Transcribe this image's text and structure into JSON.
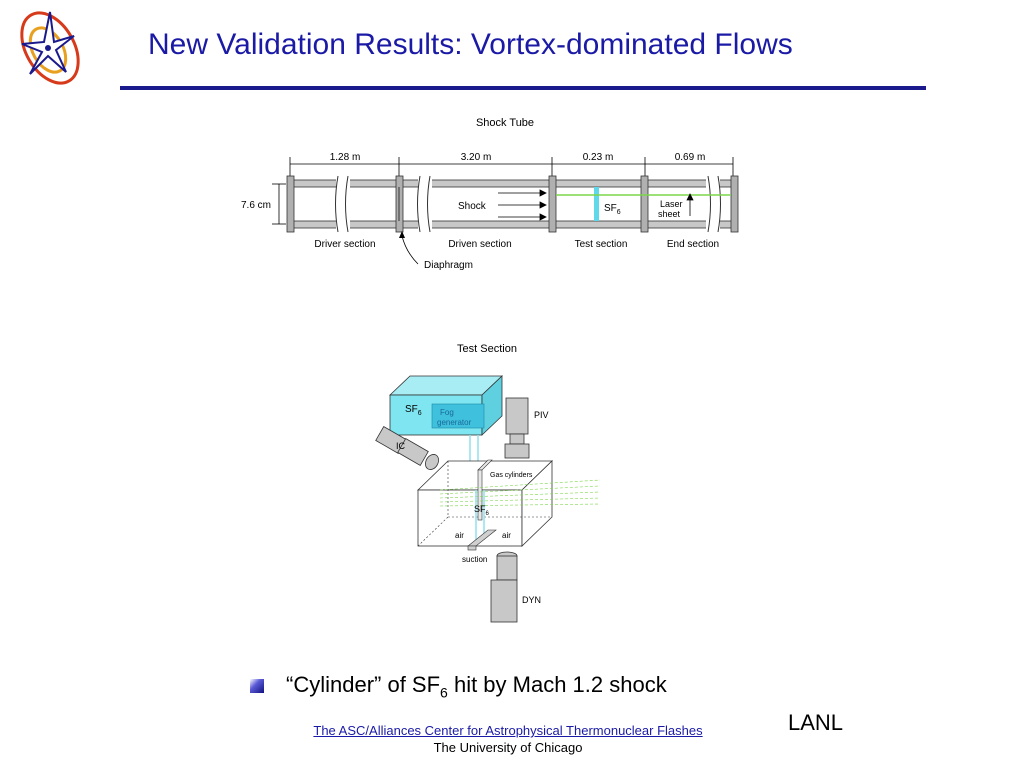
{
  "slide": {
    "title": "New Validation Results: Vortex-dominated Flows",
    "bullet": {
      "text_before": "“Cylinder” of SF",
      "subscript": "6",
      "text_after": " hit by Mach 1.2 shock"
    },
    "footer": {
      "link_text": "The ASC/Alliances Center for Astrophysical Thermonuclear Flashes",
      "institution": "The University of Chicago"
    },
    "lanl": "LANL"
  },
  "shock_tube": {
    "title": "Shock Tube",
    "dimensions": [
      "1.28 m",
      "3.20 m",
      "0.23 m",
      "0.69 m"
    ],
    "height_label": "7.6 cm",
    "sections": [
      "Driver section",
      "Driven section",
      "Test section",
      "End section"
    ],
    "shock_label": "Shock",
    "sf6_base": "SF",
    "sf6_sub": "6",
    "laser_label_1": "Laser",
    "laser_label_2": "sheet",
    "diaphragm_label": "Diaphragm"
  },
  "test_section": {
    "title": "Test Section",
    "sf6_base": "SF",
    "sf6_sub": "6",
    "fog_label_1": "Fog",
    "fog_label_2": "generator",
    "piv_label": "PIV",
    "ic_label": "IC",
    "gas_cylinders_label": "Gas cylinders",
    "air_left": "air",
    "air_right": "air",
    "suction_label": "suction",
    "dyn_label": "DYN"
  },
  "colors": {
    "title": "#1a1aa6",
    "rule": "#1a1a8c",
    "cyan": "#7fe5f0",
    "laser": "#7bd64a"
  }
}
